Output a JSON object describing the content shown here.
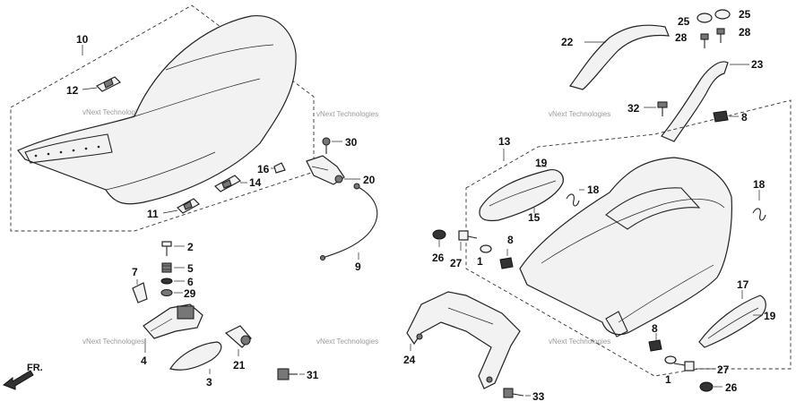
{
  "diagram": {
    "watermarks": [
      "vNext Technologies",
      "vNext Technologies",
      "vNext Technologies",
      "vNext Technologies",
      "vNext Technologies",
      "vNext Technologies"
    ],
    "direction_label": "FR.",
    "part_labels": {
      "p10": "10",
      "p12": "12",
      "p11": "11",
      "p16": "16",
      "p14": "14",
      "p30": "30",
      "p20": "20",
      "p9": "9",
      "p2": "2",
      "p5": "5",
      "p6": "6",
      "p29": "29",
      "p7": "7",
      "p4": "4",
      "p3": "3",
      "p21": "21",
      "p31": "31",
      "p22": "22",
      "p25a": "25",
      "p25b": "25",
      "p28a": "28",
      "p28b": "28",
      "p23": "23",
      "p32": "32",
      "p8a": "8",
      "p13": "13",
      "p19a": "19",
      "p18a": "18",
      "p15": "15",
      "p18b": "18",
      "p26a": "26",
      "p27a": "27",
      "p1a": "1",
      "p8b": "8",
      "p24": "24",
      "p33": "33",
      "p17": "17",
      "p19b": "19",
      "p8c": "8",
      "p1b": "1",
      "p27b": "27",
      "p26b": "26"
    }
  }
}
